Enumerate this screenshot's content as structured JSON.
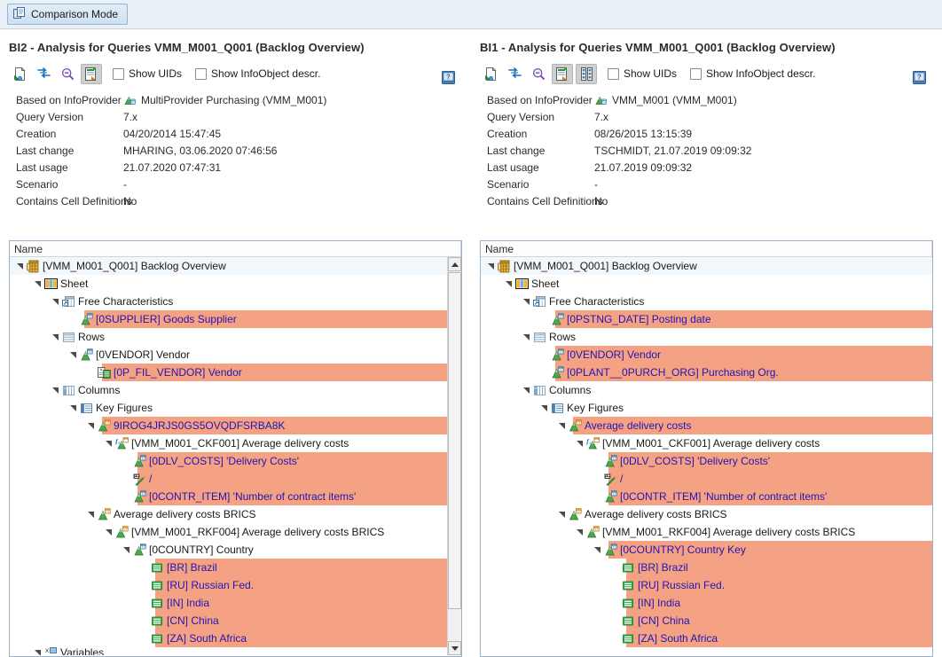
{
  "toolbar": {
    "comparison_mode_label": "Comparison Mode",
    "comparison_mode_icon": "copy-pages-icon"
  },
  "colors": {
    "highlight": "#F5A183",
    "link_text": "#2216B0",
    "panel_border": "#9BB2C6",
    "topbar_bg": "#EAF0F7"
  },
  "panels": [
    {
      "id": "BI2",
      "title": "BI2 - Analysis for Queries VMM_M001_Q001 (Backlog Overview)",
      "help_icon": "help-book-icon",
      "tool_buttons": [
        {
          "name": "export-query-icon",
          "pressed": false
        },
        {
          "name": "exchange-arrows-icon",
          "pressed": false
        },
        {
          "name": "zoom-out-icon",
          "pressed": false
        },
        {
          "name": "expand-to-right-icon",
          "pressed": true
        }
      ],
      "checkboxes": [
        {
          "label": "Show UIDs",
          "checked": false
        },
        {
          "label": "Show InfoObject descr.",
          "checked": false
        }
      ],
      "meta": [
        {
          "key": "Based on InfoProvider",
          "value": "MultiProvider Purchasing (VMM_M001)",
          "icon": "infoprovider-icon"
        },
        {
          "key": "Query Version",
          "value": "7.x"
        },
        {
          "key": "Creation",
          "value": "04/20/2014 15:47:45"
        },
        {
          "key": "Last change",
          "value": "MHARING, 03.06.2020 07:46:56"
        },
        {
          "key": "Last usage",
          "value": "21.07.2020 07:47:31"
        },
        {
          "key": "Scenario",
          "value": "-"
        },
        {
          "key": "Contains Cell Definitions",
          "value": "No"
        }
      ],
      "tree_header": "Name",
      "scrollbar": true,
      "tree": [
        {
          "depth": 0,
          "twist": "open",
          "icon": "query-icon",
          "label": "[VMM_M001_Q001] Backlog Overview",
          "style": "plain",
          "row": "sel"
        },
        {
          "depth": 1,
          "twist": "open",
          "icon": "sheet-icon",
          "label": "Sheet",
          "style": "plain",
          "row": ""
        },
        {
          "depth": 2,
          "twist": "open",
          "icon": "free-char-icon",
          "label": "Free Characteristics",
          "style": "plain",
          "row": ""
        },
        {
          "depth": 3,
          "twist": "none",
          "icon": "characteristic-icon",
          "label": "[0SUPPLIER] Goods Supplier",
          "style": "blue",
          "row": "hl"
        },
        {
          "depth": 2,
          "twist": "open",
          "icon": "rows-icon",
          "label": "Rows",
          "style": "plain",
          "row": ""
        },
        {
          "depth": 3,
          "twist": "open",
          "icon": "characteristic-icon",
          "label": "[0VENDOR] Vendor",
          "style": "plain",
          "row": ""
        },
        {
          "depth": 4,
          "twist": "none",
          "icon": "variable-icon",
          "label": "[0P_FIL_VENDOR] Vendor",
          "style": "blue",
          "row": "hl"
        },
        {
          "depth": 2,
          "twist": "open",
          "icon": "columns-icon",
          "label": "Columns",
          "style": "plain",
          "row": ""
        },
        {
          "depth": 3,
          "twist": "open",
          "icon": "key-figures-icon",
          "label": "Key Figures",
          "style": "plain",
          "row": ""
        },
        {
          "depth": 4,
          "twist": "open",
          "icon": "structure-kf-icon",
          "label": "9IROG4JRJS0GS5OVQDFSRBA8K",
          "style": "blue",
          "row": "hl"
        },
        {
          "depth": 5,
          "twist": "open",
          "icon": "calc-kf-icon",
          "label": "[VMM_M001_CKF001] Average delivery costs",
          "style": "plain",
          "row": ""
        },
        {
          "depth": 6,
          "twist": "none",
          "icon": "characteristic-icon",
          "label": "[0DLV_COSTS] 'Delivery Costs'",
          "style": "blue",
          "row": "hl"
        },
        {
          "depth": 6,
          "twist": "none",
          "icon": "operator-icon",
          "label": "/",
          "style": "blue",
          "row": "hl"
        },
        {
          "depth": 6,
          "twist": "none",
          "icon": "characteristic-icon",
          "label": "[0CONTR_ITEM] 'Number of contract items'",
          "style": "blue",
          "row": "hl"
        },
        {
          "depth": 4,
          "twist": "open",
          "icon": "structure-kf-icon",
          "label": "Average delivery costs BRICS",
          "style": "plain",
          "row": ""
        },
        {
          "depth": 5,
          "twist": "open",
          "icon": "restricted-kf-icon",
          "label": "[VMM_M001_RKF004] Average delivery costs BRICS",
          "style": "plain",
          "row": ""
        },
        {
          "depth": 6,
          "twist": "open",
          "icon": "characteristic-icon",
          "label": "[0COUNTRY] Country",
          "style": "plain",
          "row": ""
        },
        {
          "depth": 7,
          "twist": "none",
          "icon": "member-icon",
          "label": "[BR] Brazil",
          "style": "blue",
          "row": "hl"
        },
        {
          "depth": 7,
          "twist": "none",
          "icon": "member-icon",
          "label": "[RU] Russian Fed.",
          "style": "blue",
          "row": "hl"
        },
        {
          "depth": 7,
          "twist": "none",
          "icon": "member-icon",
          "label": "[IN] India",
          "style": "blue",
          "row": "hl"
        },
        {
          "depth": 7,
          "twist": "none",
          "icon": "member-icon",
          "label": "[CN] China",
          "style": "blue",
          "row": "hl"
        },
        {
          "depth": 7,
          "twist": "none",
          "icon": "member-icon",
          "label": "[ZA] South Africa",
          "style": "blue",
          "row": "hl"
        },
        {
          "depth": 1,
          "twist": "open",
          "icon": "variables-icon",
          "label": "Variables",
          "style": "plain",
          "row": "",
          "clipped": true
        }
      ]
    },
    {
      "id": "BI1",
      "title": "BI1 - Analysis for Queries VMM_M001_Q001 (Backlog Overview)",
      "help_icon": "help-book-icon",
      "tool_buttons": [
        {
          "name": "export-query-icon",
          "pressed": false
        },
        {
          "name": "exchange-arrows-icon",
          "pressed": false
        },
        {
          "name": "zoom-out-icon",
          "pressed": false
        },
        {
          "name": "expand-to-right-icon",
          "pressed": true
        },
        {
          "name": "two-column-layout-icon",
          "pressed": true
        }
      ],
      "checkboxes": [
        {
          "label": "Show UIDs",
          "checked": false
        },
        {
          "label": "Show InfoObject descr.",
          "checked": false
        }
      ],
      "meta": [
        {
          "key": "Based on InfoProvider",
          "value": "VMM_M001 (VMM_M001)",
          "icon": "infoprovider-icon"
        },
        {
          "key": "Query Version",
          "value": "7.x"
        },
        {
          "key": "Creation",
          "value": "08/26/2015 13:15:39"
        },
        {
          "key": "Last change",
          "value": "TSCHMIDT, 21.07.2019 09:09:32"
        },
        {
          "key": "Last usage",
          "value": "21.07.2019 09:09:32"
        },
        {
          "key": "Scenario",
          "value": "-"
        },
        {
          "key": "Contains Cell Definitions",
          "value": "No"
        }
      ],
      "tree_header": "Name",
      "scrollbar": false,
      "tree": [
        {
          "depth": 0,
          "twist": "open",
          "icon": "query-icon",
          "label": "[VMM_M001_Q001] Backlog Overview",
          "style": "plain",
          "row": "sel"
        },
        {
          "depth": 1,
          "twist": "open",
          "icon": "sheet-icon",
          "label": "Sheet",
          "style": "plain",
          "row": ""
        },
        {
          "depth": 2,
          "twist": "open",
          "icon": "free-char-icon",
          "label": "Free Characteristics",
          "style": "plain",
          "row": ""
        },
        {
          "depth": 3,
          "twist": "none",
          "icon": "characteristic-icon",
          "label": "[0PSTNG_DATE] Posting date",
          "style": "blue",
          "row": "hl"
        },
        {
          "depth": 2,
          "twist": "open",
          "icon": "rows-icon",
          "label": "Rows",
          "style": "plain",
          "row": ""
        },
        {
          "depth": 3,
          "twist": "none",
          "icon": "characteristic-icon",
          "label": "[0VENDOR] Vendor",
          "style": "blue",
          "row": "hl"
        },
        {
          "depth": 3,
          "twist": "none",
          "icon": "characteristic-icon",
          "label": "[0PLANT__0PURCH_ORG] Purchasing Org.",
          "style": "blue",
          "row": "hl"
        },
        {
          "depth": 2,
          "twist": "open",
          "icon": "columns-icon",
          "label": "Columns",
          "style": "plain",
          "row": ""
        },
        {
          "depth": 3,
          "twist": "open",
          "icon": "key-figures-icon",
          "label": "Key Figures",
          "style": "plain",
          "row": ""
        },
        {
          "depth": 4,
          "twist": "open",
          "icon": "structure-kf-icon",
          "label": "Average delivery costs",
          "style": "blue",
          "row": "hl"
        },
        {
          "depth": 5,
          "twist": "open",
          "icon": "calc-kf-icon",
          "label": "[VMM_M001_CKF001] Average delivery costs",
          "style": "plain",
          "row": ""
        },
        {
          "depth": 6,
          "twist": "none",
          "icon": "characteristic-icon",
          "label": "[0DLV_COSTS] 'Delivery Costs'",
          "style": "blue",
          "row": "hl"
        },
        {
          "depth": 6,
          "twist": "none",
          "icon": "operator-icon",
          "label": "/",
          "style": "blue",
          "row": "hl"
        },
        {
          "depth": 6,
          "twist": "none",
          "icon": "characteristic-icon",
          "label": "[0CONTR_ITEM] 'Number of contract items'",
          "style": "blue",
          "row": "hl"
        },
        {
          "depth": 4,
          "twist": "open",
          "icon": "structure-kf-icon",
          "label": "Average delivery costs BRICS",
          "style": "plain",
          "row": ""
        },
        {
          "depth": 5,
          "twist": "open",
          "icon": "restricted-kf-icon",
          "label": "[VMM_M001_RKF004] Average delivery costs BRICS",
          "style": "plain",
          "row": ""
        },
        {
          "depth": 6,
          "twist": "open",
          "icon": "characteristic-icon",
          "label": "[0COUNTRY] Country Key",
          "style": "blue",
          "row": "hl"
        },
        {
          "depth": 7,
          "twist": "none",
          "icon": "member-icon",
          "label": "[BR] Brazil",
          "style": "blue",
          "row": "hl"
        },
        {
          "depth": 7,
          "twist": "none",
          "icon": "member-icon",
          "label": "[RU] Russian Fed.",
          "style": "blue",
          "row": "hl"
        },
        {
          "depth": 7,
          "twist": "none",
          "icon": "member-icon",
          "label": "[IN] India",
          "style": "blue",
          "row": "hl"
        },
        {
          "depth": 7,
          "twist": "none",
          "icon": "member-icon",
          "label": "[CN] China",
          "style": "blue",
          "row": "hl"
        },
        {
          "depth": 7,
          "twist": "none",
          "icon": "member-icon",
          "label": "[ZA] South Africa",
          "style": "blue",
          "row": "hl"
        }
      ]
    }
  ]
}
